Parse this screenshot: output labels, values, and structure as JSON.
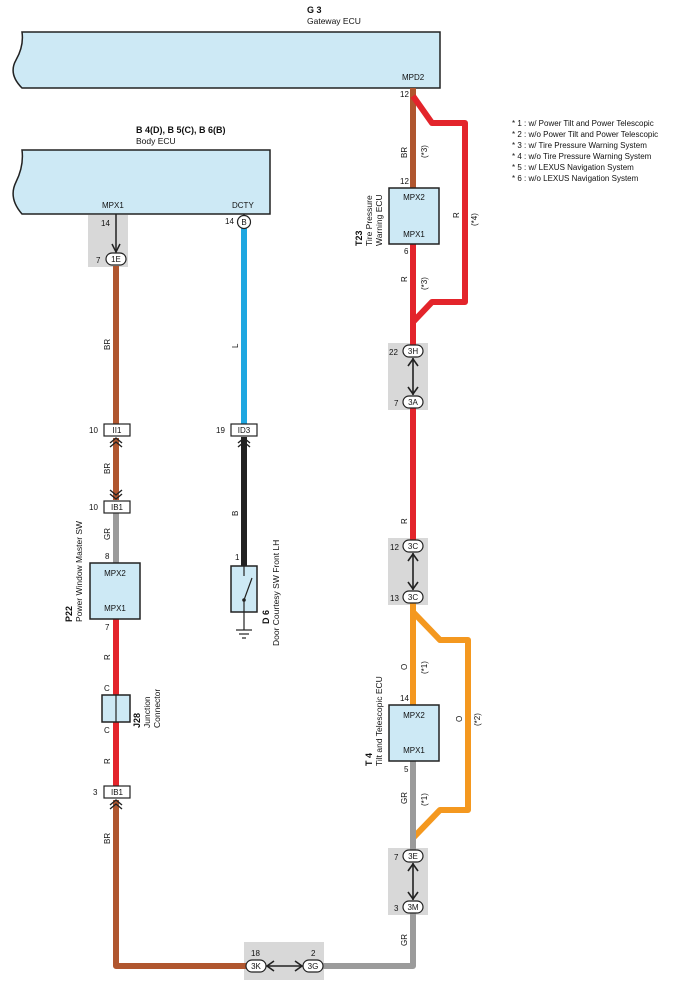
{
  "notes": [
    "* 1 : w/ Power Tilt and Power Telescopic",
    "* 2 : w/o Power Tilt and Power Telescopic",
    "* 3 : w/ Tire Pressure Warning System",
    "* 4 : w/o Tire Pressure Warning System",
    "* 5 : w/ LEXUS Navigation System",
    "* 6 : w/o LEXUS Navigation System"
  ],
  "gateway": {
    "code": "G 3",
    "name": "Gateway ECU",
    "terminal": "MPD2",
    "pin": "12"
  },
  "body_ecu": {
    "code": "B 4(D), B 5(C), B 6(B)",
    "name": "Body ECU",
    "term_left": "MPX1",
    "term_right": "DCTY",
    "pin_left": "14",
    "pin_right": "14",
    "conn_right": "B"
  },
  "tpw": {
    "code": "T23",
    "name1": "Tire Pressure",
    "name2": "Warning ECU",
    "t1": "MPX2",
    "t2": "MPX1",
    "pin_top": "12",
    "pin_bot": "6"
  },
  "tilt": {
    "code": "T 4",
    "name": "Tilt and Telescopic ECU",
    "t1": "MPX2",
    "t2": "MPX1",
    "pin_top": "14",
    "pin_bot": "5"
  },
  "pwm": {
    "code": "P22",
    "name": "Power Window Master SW",
    "t1": "MPX2",
    "t2": "MPX1",
    "pin_top": "8",
    "pin_bot": "7"
  },
  "door": {
    "code": "D 6",
    "name": "Door Courtesy SW Front LH",
    "pin": "1"
  },
  "jc": {
    "code": "J28",
    "name1": "Junction",
    "name2": "Connector",
    "c": "C"
  },
  "connectors": {
    "ie": {
      "pin": "7",
      "label": "1E"
    },
    "ii1": {
      "pin": "10",
      "label": "II1"
    },
    "ib1a": {
      "pin": "10",
      "label": "IB1"
    },
    "id3": {
      "pin": "19",
      "label": "ID3"
    },
    "ib1b": {
      "pin": "3",
      "label": "IB1"
    },
    "c3h": {
      "pin": "22",
      "label": "3H"
    },
    "c3a": {
      "pin": "7",
      "label": "3A"
    },
    "c3c_top": {
      "pin": "12",
      "label": "3C"
    },
    "c3c_bot": {
      "pin": "13",
      "label": "3C"
    },
    "c3e": {
      "pin": "7",
      "label": "3E"
    },
    "c3m": {
      "pin": "3",
      "label": "3M"
    },
    "c3k": {
      "pin": "18",
      "label": "3K"
    },
    "c3g": {
      "pin": "2",
      "label": "3G"
    }
  },
  "wires": {
    "br": "BR",
    "r": "R",
    "o": "O",
    "gr": "GR",
    "l": "L",
    "b": "B",
    "n1": "(*1)",
    "n2": "(*2)",
    "n3": "(*3)",
    "n4": "(*4)"
  },
  "colors": {
    "ecu_fill": "#cde9f5",
    "conn_bg": "#d8d8d8",
    "brown": "#b0562f",
    "red": "#e3242b",
    "orange": "#f4981f",
    "gray": "#9b9b9b",
    "blue": "#1ea7e1",
    "black": "#222222"
  }
}
